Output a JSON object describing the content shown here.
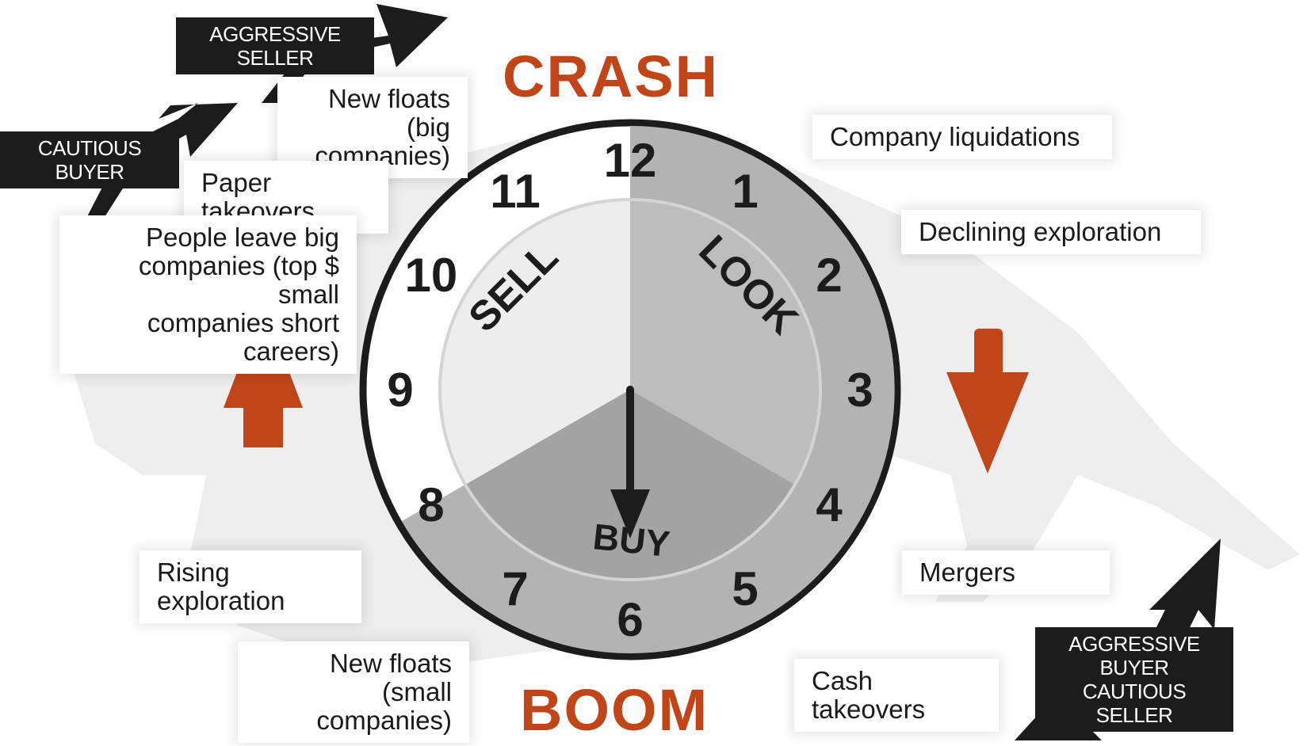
{
  "title_top": "CRASH",
  "title_bottom": "BOOM",
  "clock": {
    "numbers": [
      "12",
      "1",
      "2",
      "3",
      "4",
      "5",
      "6",
      "7",
      "8",
      "9",
      "10",
      "11"
    ],
    "sectors": {
      "sell": "SELL",
      "look": "LOOK",
      "buy": "BUY"
    },
    "hand_points_to": "6"
  },
  "labels": {
    "new_floats_big": [
      "New floats",
      "(big companies)"
    ],
    "paper_takeovers": "Paper takeovers",
    "people_leave": [
      "People leave big",
      "companies (top $ small",
      "companies short careers)"
    ],
    "company_liquidations": "Company liquidations",
    "declining_exploration": "Declining exploration",
    "rising_exploration": "Rising exploration",
    "new_floats_small": [
      "New floats",
      "(small companies)"
    ],
    "mergers": "Mergers",
    "cash_takeovers": "Cash takeovers"
  },
  "tags": {
    "aggressive_seller": "AGGRESSIVE SELLER",
    "cautious_buyer": "CAUTIOUS BUYER",
    "aggressive_buyer": "AGGRESSIVE BUYER",
    "cautious_seller": "CAUTIOUS SELLER"
  },
  "colors": {
    "accent": "#c0461a",
    "dark": "#1c1c1c",
    "face_light": "#ededed",
    "face_mid": "#b9b9b9",
    "face_dark": "#9a9a9a",
    "bull_silhouette": "#e6e6e6"
  }
}
